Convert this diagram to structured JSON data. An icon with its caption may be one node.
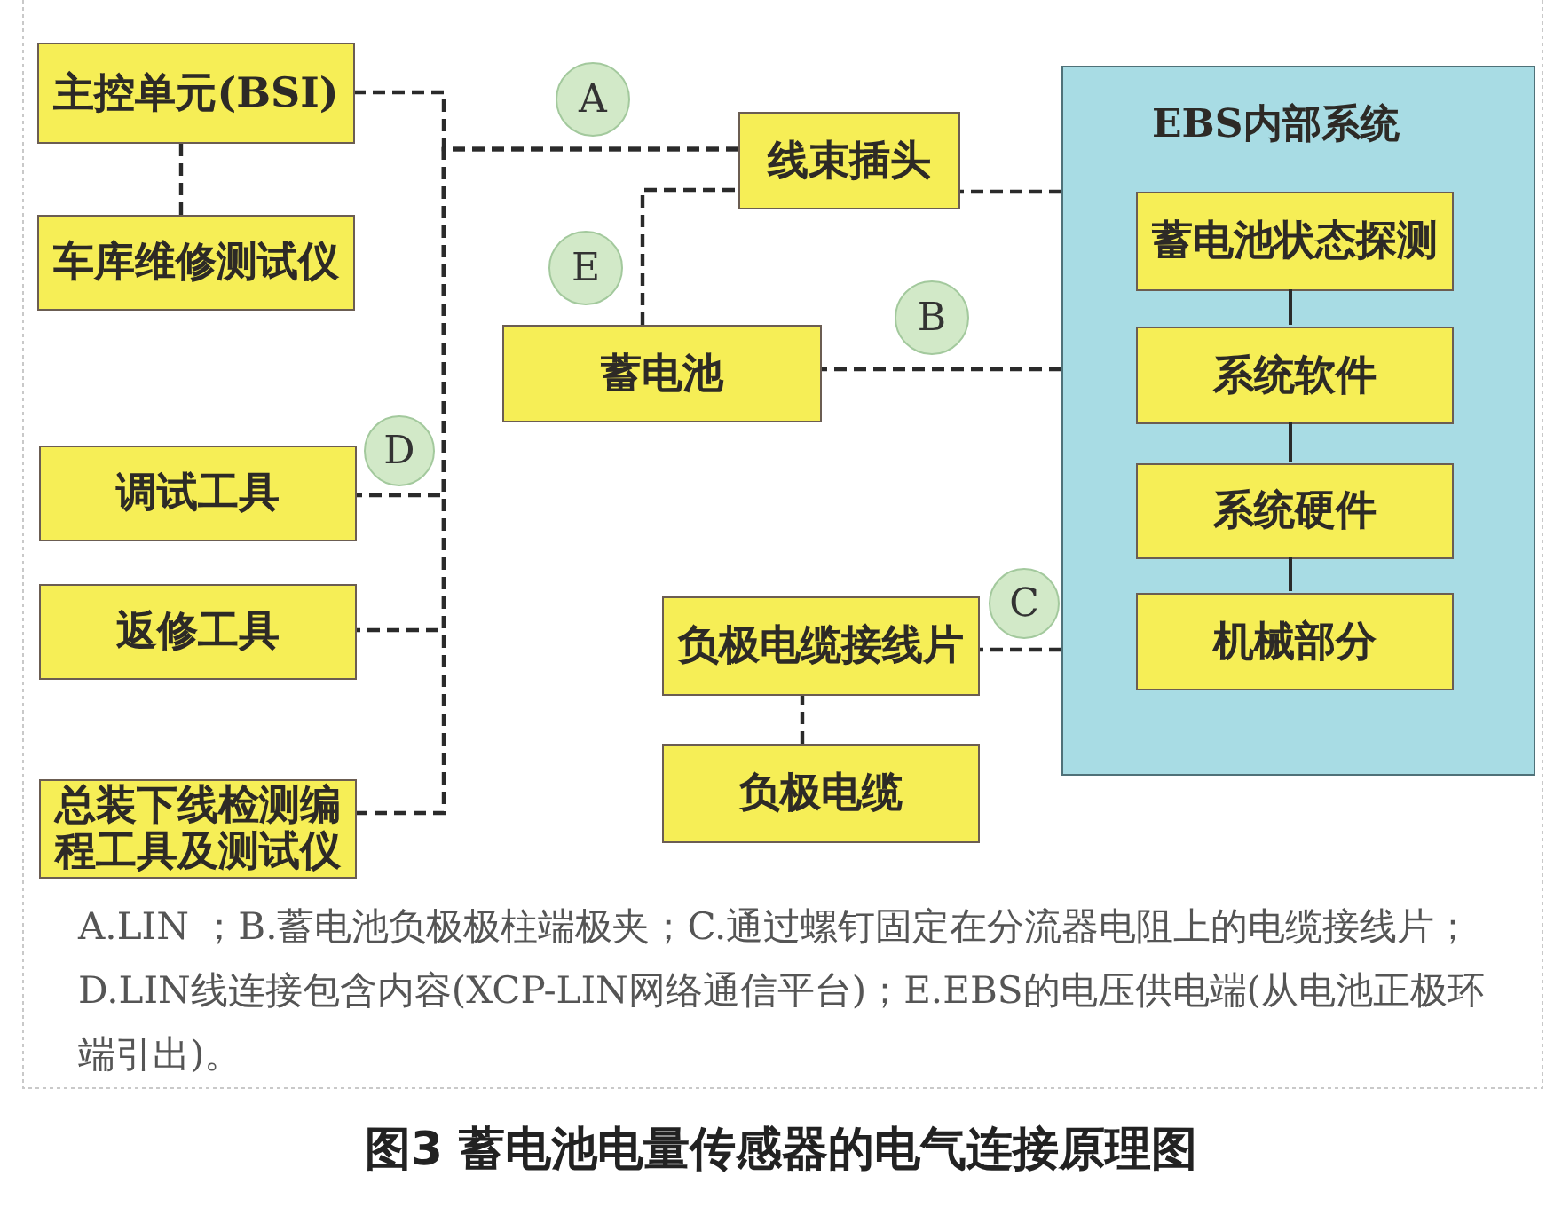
{
  "diagram": {
    "caption": "图3 蓄电池电量传感器的电气连接原理图",
    "nodes": [
      {
        "text": [
          "主控单元(BSI)"
        ]
      },
      {
        "text": [
          "车库维修测试仪"
        ]
      },
      {
        "text": [
          "调试工具"
        ]
      },
      {
        "text": [
          "返修工具"
        ]
      },
      {
        "text": [
          "总装下线检测编程工具及测试仪"
        ]
      },
      {
        "text": [
          "线束插头"
        ]
      },
      {
        "text": [
          "蓄电池"
        ]
      },
      {
        "text": [
          "负极电缆接线片"
        ]
      },
      {
        "text": [
          "负极电缆"
        ]
      },
      {
        "text": [
          "EBS内部系统"
        ]
      },
      {
        "text": [
          "蓄电池状态探测"
        ],
        "in": 9
      },
      {
        "text": [
          "系统软件"
        ],
        "in": 9
      },
      {
        "text": [
          "系统硬件"
        ],
        "in": 9
      },
      {
        "text": [
          "机械部分"
        ],
        "in": 9
      },
      {
        "text": [
          "A"
        ]
      },
      {
        "text": [
          "E"
        ]
      },
      {
        "text": [
          "B"
        ]
      },
      {
        "text": [
          "D"
        ]
      },
      {
        "text": [
          "C"
        ]
      }
    ],
    "edges": [
      {
        "from": 0,
        "to": 1,
        "arrow": "none",
        "style": "dashed"
      },
      {
        "from": 0,
        "to": 5,
        "arrow": "none",
        "style": "dashed"
      },
      {
        "from": 2,
        "to": 5,
        "arrow": "none",
        "style": "dashed"
      },
      {
        "from": 3,
        "to": 5,
        "arrow": "none",
        "style": "dashed"
      },
      {
        "from": 4,
        "to": 5,
        "arrow": "none",
        "style": "dashed"
      },
      {
        "from": 5,
        "to": 6,
        "arrow": "none",
        "style": "dashed"
      },
      {
        "from": 5,
        "to": 9,
        "arrow": "none",
        "style": "dashed"
      },
      {
        "from": 6,
        "to": 9,
        "arrow": "none",
        "style": "dashed"
      },
      {
        "from": 7,
        "to": 9,
        "arrow": "none",
        "style": "dashed"
      },
      {
        "from": 7,
        "to": 8,
        "arrow": "none",
        "style": "dashed"
      },
      {
        "from": 10,
        "to": 11,
        "arrow": "none"
      },
      {
        "from": 11,
        "to": 12,
        "arrow": "none"
      },
      {
        "from": 12,
        "to": 13,
        "arrow": "none"
      }
    ],
    "labels": [
      "A.LIN ；B.蓄电池负极极柱端极夹；C.通过螺钉固定在分流器电阻上的电缆接线片；D.LIN线连接包含内容(XCP-LIN网络通信平台)；E.EBS的电压供电端(从电池正极环端引出)。"
    ]
  }
}
